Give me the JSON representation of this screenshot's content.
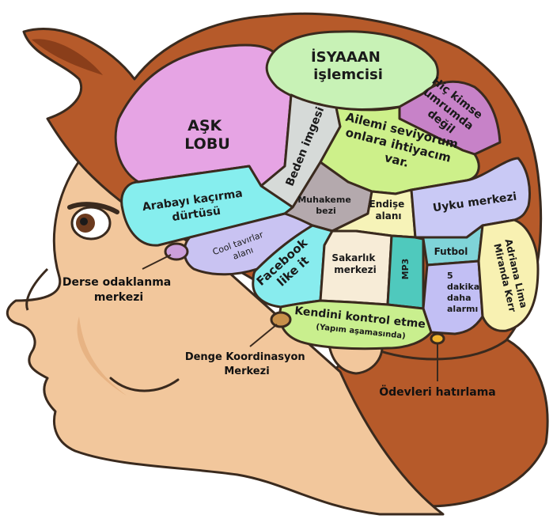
{
  "colors": {
    "hair": "#b65a2a",
    "hair_dark": "#8a3e1a",
    "skin": "#f2c79c",
    "skin_shadow": "#e7b383",
    "outline": "#3a2a1e",
    "ask": "#e6a4e4",
    "isyan": "#c8f2b6",
    "umrumda": "#c782c8",
    "beden": "#d6dad8",
    "ailem": "#cdf08a",
    "arabayi": "#86eeee",
    "muhakeme": "#b4a9ad",
    "endise": "#f6f3b8",
    "uyku": "#c9c9f5",
    "cool": "#c9c3f2",
    "facebook": "#88ecee",
    "sakarlik": "#f7ecd7",
    "mp3": "#4fc9bd",
    "futbol": "#7fd4d8",
    "bes_dakika": "#c2bff4",
    "adriana": "#f8f1b2",
    "kendini": "#c9ef8e",
    "derse_spot": "#cc9fda",
    "denge_spot": "#c8904a",
    "odev_spot": "#f0b32c"
  },
  "regions": {
    "ask": [
      "AŞK",
      "LOBU"
    ],
    "isyan": [
      "İSYAAAN",
      "işlemcisi"
    ],
    "umrumda": [
      "Hiç kimse",
      "umrumda",
      "değil"
    ],
    "beden": [
      "Beden imgesi"
    ],
    "ailem": [
      "Ailemi seviyorum",
      "onlara ihtiyacım",
      "var."
    ],
    "arabayi": [
      "Arabayı kaçırma",
      "dürtüsü"
    ],
    "muhakeme": [
      "Muhakeme",
      "bezi"
    ],
    "endise": [
      "Endişe",
      "alanı"
    ],
    "uyku": [
      "Uyku merkezi"
    ],
    "cool": [
      "Cool tavırlar",
      "alanı"
    ],
    "facebook": [
      "Facebook",
      "like it"
    ],
    "sakarlik": [
      "Sakarlık",
      "merkezi"
    ],
    "mp3": [
      "MP3"
    ],
    "futbol": [
      "Futbol"
    ],
    "bes_dakika": [
      "5",
      "dakika",
      "daha",
      "alarmı"
    ],
    "adriana": [
      "Adriana Lima",
      "Miranda Kerr"
    ],
    "kendini": [
      "Kendini kontrol etme",
      "(Yapım aşamasında)"
    ]
  },
  "callouts": {
    "derse": [
      "Derse odaklanma",
      "merkezi"
    ],
    "denge": [
      "Denge Koordinasyon",
      "Merkezi"
    ],
    "odev": [
      "Ödevleri hatırlama"
    ]
  }
}
